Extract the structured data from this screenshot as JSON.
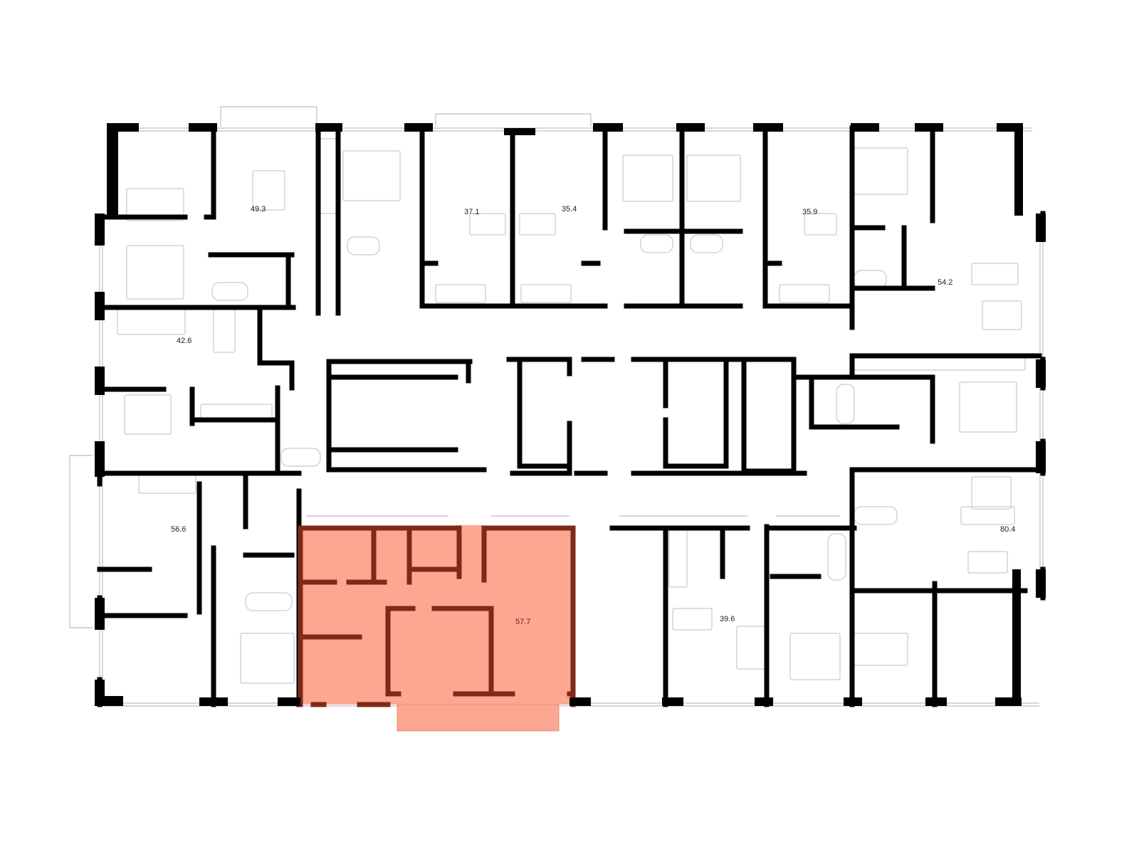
{
  "floor_plan": {
    "apartments": [
      {
        "id": "apt-49-3",
        "area": "49.3",
        "selected": false
      },
      {
        "id": "apt-37-1",
        "area": "37.1",
        "selected": false
      },
      {
        "id": "apt-35-4",
        "area": "35.4",
        "selected": false
      },
      {
        "id": "apt-35-9",
        "area": "35.9",
        "selected": false
      },
      {
        "id": "apt-54-2",
        "area": "54.2",
        "selected": false
      },
      {
        "id": "apt-42-6",
        "area": "42.6",
        "selected": false
      },
      {
        "id": "apt-56-6",
        "area": "56.6",
        "selected": false
      },
      {
        "id": "apt-57-7",
        "area": "57.7",
        "selected": true
      },
      {
        "id": "apt-39-6",
        "area": "39.6",
        "selected": false
      },
      {
        "id": "apt-80-4",
        "area": "80.4",
        "selected": false
      }
    ],
    "colors": {
      "wall": "#000000",
      "selected_fill": "#fba791",
      "selected_wall": "#7d2a16",
      "fixture_line": "#bdbdbd"
    }
  }
}
